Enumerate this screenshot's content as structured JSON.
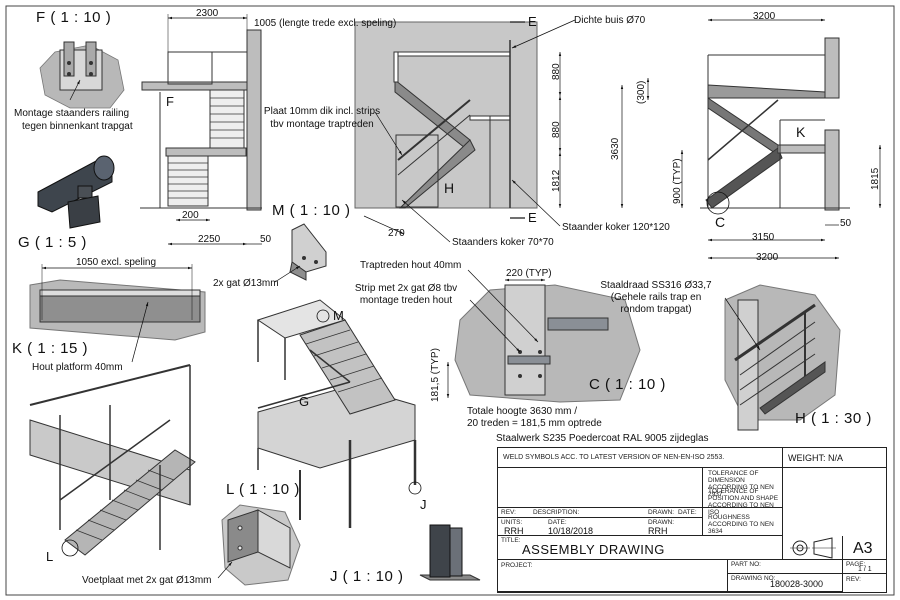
{
  "views": {
    "F": "F ( 1 : 10 )",
    "G": "G ( 1 : 5 )",
    "M": "M ( 1 : 10 )",
    "K": "K ( 1 : 15 )",
    "C": "C ( 1 : 10 )",
    "H": "H ( 1 : 30 )",
    "L": "L ( 1 : 10 )",
    "J": "J ( 1 : 10 )"
  },
  "markers": {
    "F": "F",
    "E1": "E",
    "E2": "E",
    "H": "H",
    "K": "K",
    "C": "C",
    "G": "G",
    "M": "M",
    "L": "L",
    "J": "J"
  },
  "notes": {
    "montage_staanders": "Montage staanders railing",
    "tegen_binnenkant": "tegen binnenkant trapgat",
    "plaat_1": "Plaat 10mm dik incl. strips",
    "plaat_2": "tbv montage traptreden",
    "dichte_buis": "Dichte buis Ø70",
    "staander_koker_120": "Staander koker 120*120",
    "staanders_koker_70": "Staanders koker 70*70",
    "gat_13_m": "2x gat Ø13mm",
    "traptreden_hout": "Traptreden hout 40mm",
    "strip_1": "Strip met 2x gat Ø8 tbv",
    "strip_2": "montage treden hout",
    "staaldraad_1": "Staaldraad SS316 Ø33,7",
    "staaldraad_2": "(Gehele rails trap en",
    "staaldraad_3": "rondom trapgat)",
    "hout_platform": "Hout platform 40mm",
    "totale_1": "Totale hoogte 3630 mm /",
    "totale_2": "20 treden = 181,5 mm optrede",
    "staalwerk": "Staalwerk S235 Poedercoat RAL 9005 zijdeglas",
    "voetplaat": "Voetplaat met 2x gat Ø13mm"
  },
  "dimensions": {
    "d2300": "2300",
    "d1005": "1005 (lengte trede excl. speling)",
    "d200": "200",
    "d2250": "2250",
    "d50a": "50",
    "d880a": "880",
    "d880b": "880",
    "d1812": "1812",
    "d270": "270",
    "d3200top": "3200",
    "d300": "(300)",
    "d3630": "3630",
    "d900": "900 (TYP)",
    "d1815": "1815",
    "d50b": "50",
    "d3150": "3150",
    "d3200bot": "3200",
    "d1050": "1050 excl. speling",
    "d220": "220 (TYP)",
    "d181": "181,5 (TYP)"
  },
  "title_block": {
    "weld": "WELD SYMBOLS ACC. TO LATEST VERSION OF NEN-EN-ISO 2553.",
    "weight": "WEIGHT: N/A",
    "tol_dim": "TOLERANCE OF DIMENSION ACCORDING TO NEN 2937",
    "tol_pos": "TOLERANCE OF POSITION AND SHAPE ACCORDING TO NEN ISO",
    "rough": "ROUGHNESS ACCORDING TO NEN 3634",
    "rev_h": "REV:",
    "desc_h": "DESCRIPTION:",
    "drawn_h": "DRAWN:",
    "date_h": "DATE:",
    "units_h": "UNITS:",
    "date2_h": "DATE:",
    "drawn2_h": "DRAWN:",
    "units": "RRH",
    "date": "10/18/2018",
    "drawn": "RRH",
    "title_h": "TITLE:",
    "title": "ASSEMBLY DRAWING",
    "size": "A3",
    "project_h": "PROJECT:",
    "part_h": "PART NO:",
    "drawing_h": "DRAWING NO:",
    "drawing_no": "180028-3000",
    "page_h": "PAGE:",
    "page": "1 / 1",
    "rev2_h": "REV:"
  }
}
